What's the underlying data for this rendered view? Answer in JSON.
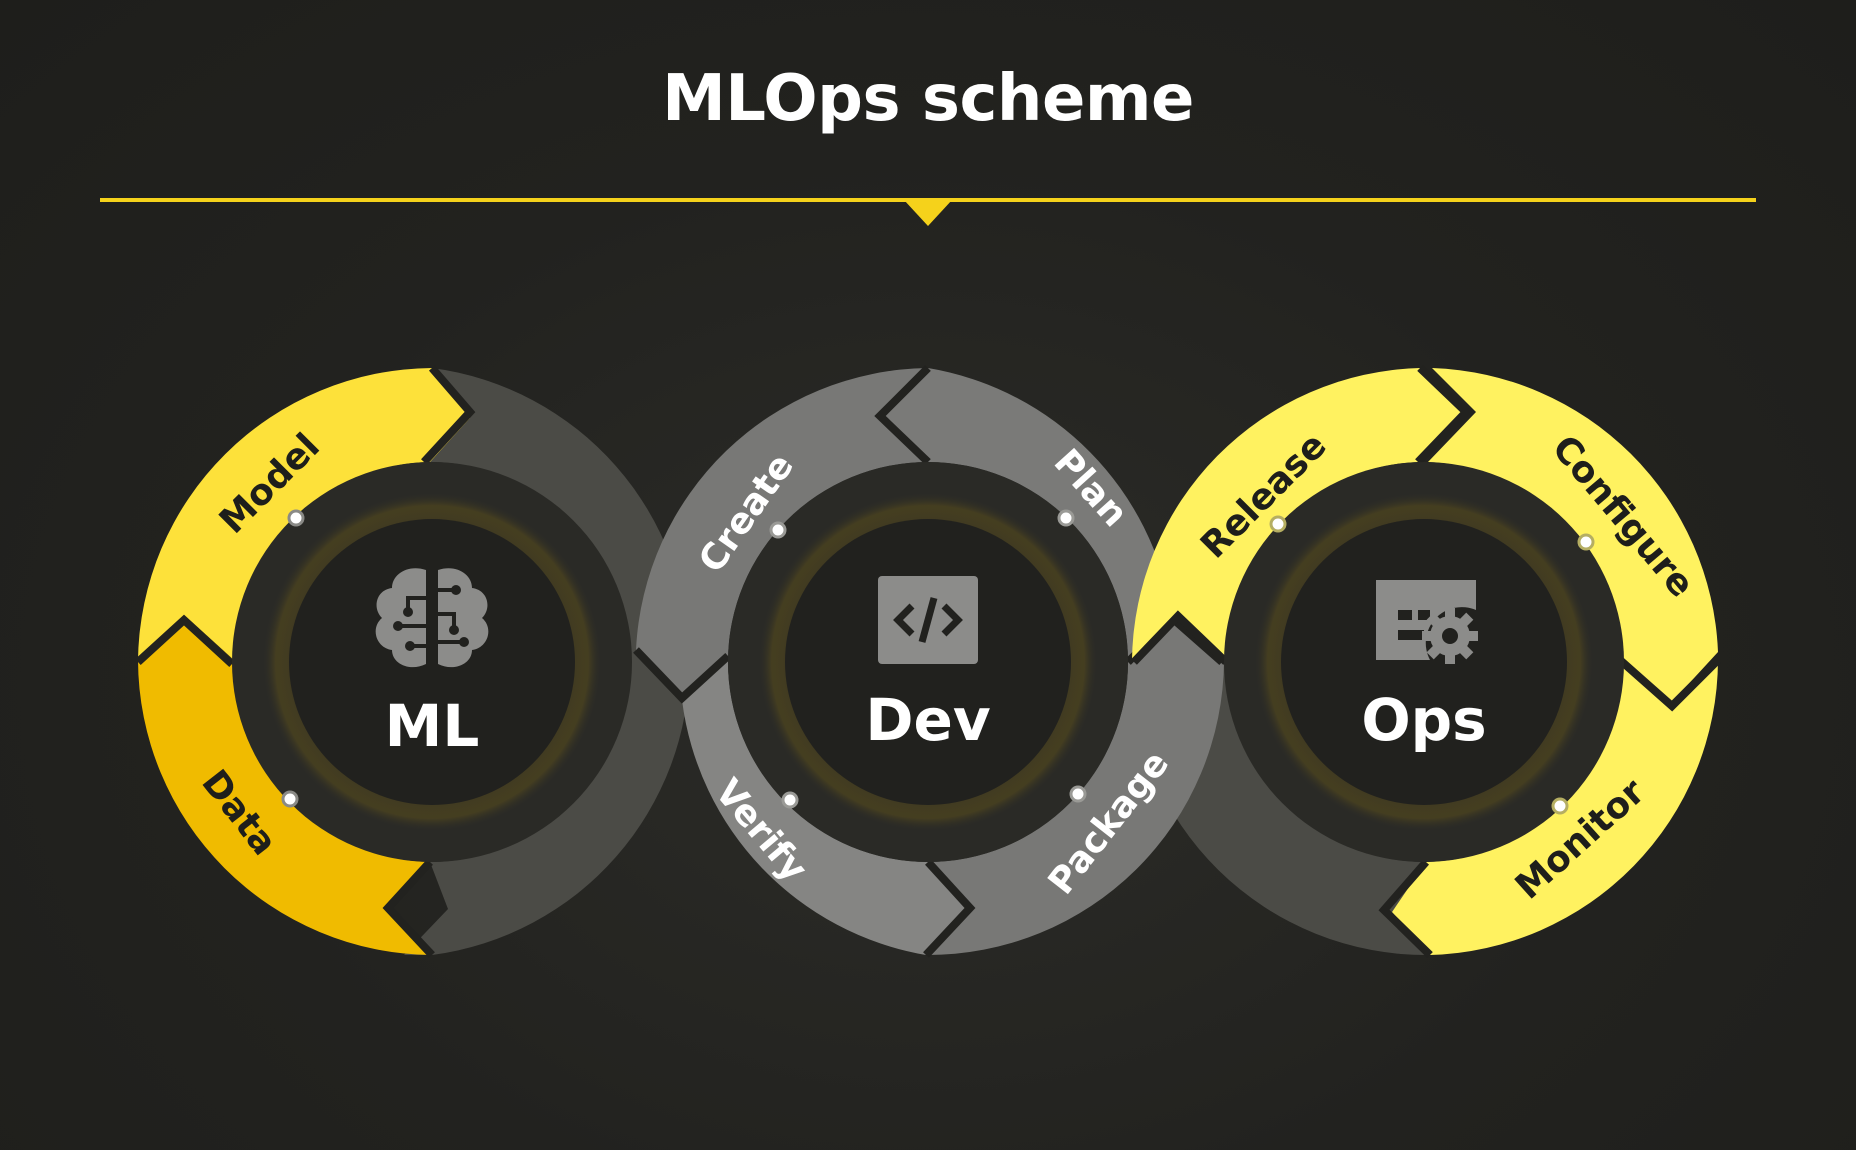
{
  "title": "MLOps scheme",
  "colors": {
    "background": "#22221f",
    "accent": "#f5d21b",
    "yellow_dark": "#f0bb00",
    "yellow_mid": "#fde13a",
    "yellow_light": "#fff260",
    "gray_dark": "#4b4b46",
    "gray_mid": "#787876",
    "gray_light": "#858583",
    "center_dark": "#21211e",
    "icon_gray": "#8c8c8a"
  },
  "cycles": [
    {
      "label": "ML",
      "icon": "brain-circuit-icon",
      "segments": [
        {
          "label": "Model",
          "tone": "yellow_mid"
        },
        {
          "label": "Data",
          "tone": "yellow_dark"
        }
      ]
    },
    {
      "label": "Dev",
      "icon": "code-window-icon",
      "segments": [
        {
          "label": "Create",
          "tone": "gray_mid"
        },
        {
          "label": "Plan",
          "tone": "gray_mid"
        },
        {
          "label": "Verify",
          "tone": "gray_light"
        },
        {
          "label": "Package",
          "tone": "gray_mid"
        }
      ]
    },
    {
      "label": "Ops",
      "icon": "settings-panel-icon",
      "segments": [
        {
          "label": "Release",
          "tone": "yellow_light"
        },
        {
          "label": "Configure",
          "tone": "yellow_light"
        },
        {
          "label": "Monitor",
          "tone": "yellow_light"
        }
      ]
    }
  ]
}
